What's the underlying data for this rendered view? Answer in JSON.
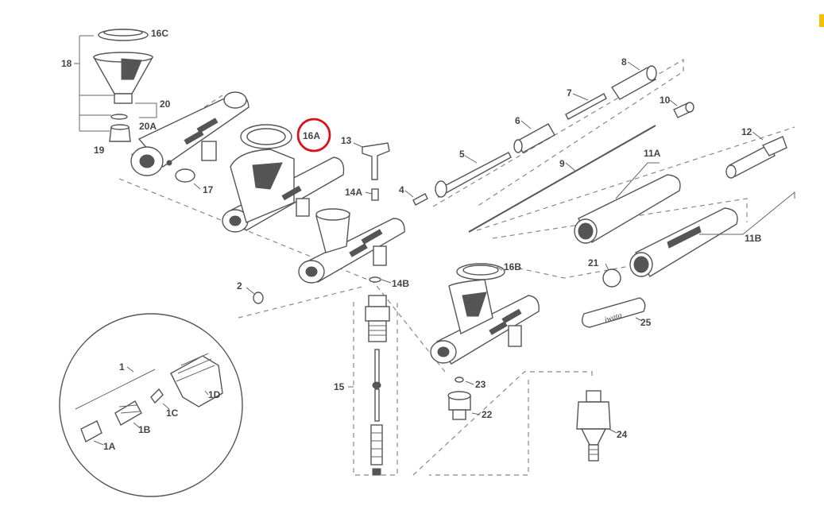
{
  "labels": {
    "l16C": "16C",
    "l18": "18",
    "l20": "20",
    "l20A": "20A",
    "l19": "19",
    "l17": "17",
    "l16A": "16A",
    "l13": "13",
    "l14A": "14A",
    "l14B": "14B",
    "l4": "4",
    "l5": "5",
    "l6": "6",
    "l7": "7",
    "l8": "8",
    "l9": "9",
    "l10": "10",
    "l11A": "11A",
    "l11B": "11B",
    "l12": "12",
    "l21": "21",
    "l25": "25",
    "l16B": "16B",
    "l2": "2",
    "l1": "1",
    "l1A": "1A",
    "l1B": "1B",
    "l1C": "1C",
    "l1D": "1D",
    "l15": "15",
    "l23": "23",
    "l22": "22",
    "l24": "24"
  },
  "wrench_text": "iwata",
  "highlight": {
    "target": "16A",
    "color": "#d8141a"
  }
}
